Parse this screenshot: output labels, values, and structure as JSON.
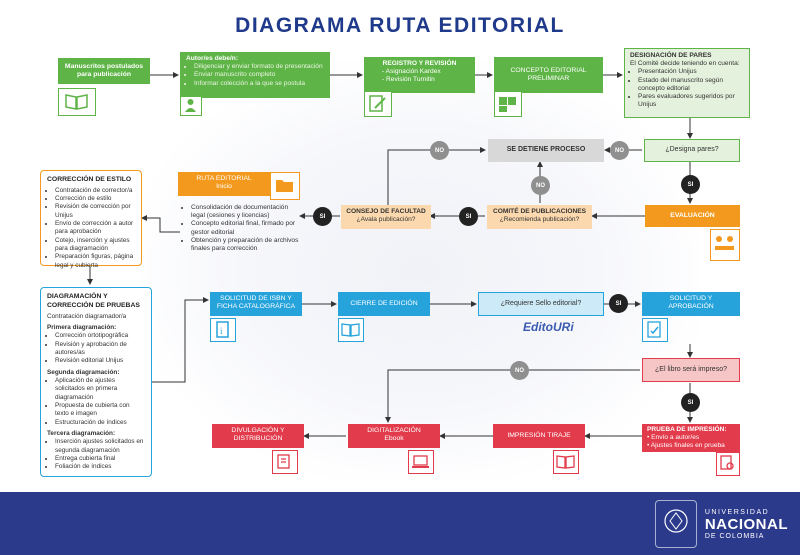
{
  "title": "DIAGRAMA RUTA EDITORIAL",
  "nodes": {
    "manuscritos": "Manuscritos postulados para publicación",
    "autores": {
      "title": "Autor/es debe/n:",
      "items": [
        "Diligenciar y enviar formato de presentación",
        "Enviar manuscrito completo",
        "Informar colección a la que se postula"
      ]
    },
    "registro": {
      "title": "REGISTRO Y REVISIÓN",
      "items": [
        "Asignación Kardex",
        "Revisión Turnitin"
      ]
    },
    "concepto": "CONCEPTO EDITORIAL PRELIMINAR",
    "designacion": {
      "title": "DESIGNACIÓN DE PARES",
      "intro": "El Comité decide teniendo en cuenta:",
      "items": [
        "Presentación Unijus",
        "Estado del manuscrito según concepto editorial",
        "Pares evaluadores sugeridos por Unijus"
      ]
    },
    "designa_q": "¿Designa pares?",
    "detiene": "SE DETIENE PROCESO",
    "evaluacion": "EVALUACIÓN",
    "comite": {
      "title": "COMITÉ DE PUBLICACIONES",
      "q": "¿Recomienda publicación?"
    },
    "consejo": {
      "title": "CONSEJO DE FACULTAD",
      "q": "¿Avala publicación?"
    },
    "ruta": {
      "title": "RUTA EDITORIAL",
      "sub": "Inicio"
    },
    "ruta_items": [
      "Consolidación de documentación legal (cesiones y licencias)",
      "Concepto editorial final, firmado por gestor editorial",
      "Obtención y preparación de archivos finales para corrección"
    ],
    "correccion": {
      "title": "CORRECCIÓN DE ESTILO",
      "items": [
        "Contratación de corrector/a",
        "Corrección de estilo",
        "Revisión de corrección por Unijus",
        "Envío de corrección a autor para aprobación",
        "Cotejo, inserción y ajustes para diagramación",
        "Preparación figuras, página legal y cubierta"
      ]
    },
    "diagramacion": {
      "title": "DIAGRAMACIÓN Y CORRECCIÓN DE PRUEBAS",
      "sub": "Contratación diagramador/a",
      "g1": "Primera diagramación:",
      "g1_items": [
        "Corrección ortotipográfica",
        "Revisión y aprobación de autores/as",
        "Revisión editorial Unijus"
      ],
      "g2": "Segunda diagramación:",
      "g2_items": [
        "Aplicación de ajustes solicitados en primera diagramación",
        "Propuesta de cubierta con texto e imagen",
        "Estructuración de índices"
      ],
      "g3": "Tercera diagramación:",
      "g3_items": [
        "Inserción ajustes solicitados en segunda diagramación",
        "Entrega cubierta final",
        "Foliación de índices"
      ]
    },
    "isbn": "SOLICITUD DE ISBN Y FICHA CATALOGRÁFICA",
    "cierre": "CIERRE DE EDICIÓN",
    "sello_q": "¿Requiere Sello editorial?",
    "editouri": "EditoURi",
    "solicitud": "SOLICITUD Y APROBACIÓN",
    "impreso_q": "¿El libro será impreso?",
    "prueba": {
      "title": "PRUEBA DE IMPRESIÓN:",
      "items": [
        "Envío a autor/es",
        "Ajustes finales en prueba"
      ]
    },
    "impresion": "IMPRESIÓN TIRAJE",
    "digitalizacion": {
      "title": "DIGITALIZACIÓN",
      "sub": "Ebook"
    },
    "divulgacion": "DIVULGACIÓN Y DISTRIBUCIÓN"
  },
  "labels": {
    "si": "SI",
    "no": "NO"
  },
  "footer": {
    "line1": "UNIVERSIDAD",
    "line2": "NACIONAL",
    "line3": "DE COLOMBIA"
  },
  "colors": {
    "green": "#5eb446",
    "orange": "#f39a1e",
    "blue": "#26a3db",
    "red": "#e23b4b",
    "navy": "#2c3a8c"
  }
}
